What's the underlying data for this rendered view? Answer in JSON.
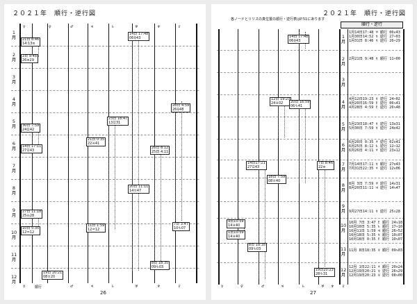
{
  "left_page": {
    "title": "２０２１年　順行・逆行図",
    "page_number": "26",
    "months": [
      "1\n月",
      "2\n月",
      "3\n月",
      "4\n月",
      "5\n月",
      "6\n月",
      "7\n月",
      "8\n月",
      "9\n月",
      "10\n月",
      "11\n月",
      "12\n月"
    ],
    "planet_header": [
      "☿",
      "♀",
      "♂",
      "♃",
      "♄",
      "♅",
      "♆",
      "♇"
    ],
    "planet_footer": [
      "☿",
      "順行",
      "♂",
      "♃",
      "♄",
      "♅",
      "♆",
      "♇"
    ],
    "boxes": [
      "21日 8:46\n14:13≡",
      "2日 9:48\n26≡29",
      "14日 17:48\n06♀43",
      "28日 4:59\n26♀48",
      "23日 18:47\n13♊31",
      "30日 7:59\n24♊42",
      "21日 0:35\n22♓41",
      "26日 8:12\n25日 4:11",
      "14日 17:11\n27♊43",
      "20日 11:11\n14♉47",
      "27日 11:18\n25♎28",
      "10日 5:35\n12♒12",
      "11日 1:59\n12♒12",
      "7日 3:47\n10♑07",
      "8日 18:35\n09♑03",
      "19日 20:21\n08♉20"
    ]
  },
  "right_page": {
    "title": "２０２１年　順行・逆行図",
    "page_number": "27",
    "note": "各ノードとリリスの真位置の順行・逆行表はP.51にあります",
    "table_header": "順行・逆行",
    "months": [
      "1\n月",
      "2\n月",
      "3\n月",
      "4\n月",
      "5\n月",
      "6\n月",
      "7\n月",
      "8\n月",
      "9\n月",
      "10\n月",
      "11\n月",
      "12\n月"
    ],
    "events": [
      "1月14日17:48 ♅ 順行 06♉43\n1月30日14:52 ☿ 逆行 27♒03\n1月31日 8:46 ☿ 逆行 26♒29",
      "2月21日 9:48 ☿ 順行 11♒00",
      "4月12日19:23 ☿ 逆行 24♒02\n4月20日16:59 ♇ 逆行 06♑41\n4月28日 4:59 ♇ 逆行 26♑48",
      "5月23日18:47 ☿ 逆行 13♊31\n5月30日 7:59 ☿ 逆行 24♊42",
      "6月20日 0:35 ♆ 逆行 02♓41\n6月25日 8:12 ♄ 逆行 12♒12\n6月26日 4:11 ♆ 逆行 23♓12",
      "7月14日17:11 ☿ 順行 27♊43\n7月31日22:35 ♆ 逆行 12♉06",
      "8月 3日 7:59 ♅ 逆行 14♉31\n8月20日11:11 ♃ 逆行 14♑47",
      "9月27日14:11 ☿ 逆行 25♎28",
      "10月 7日 3:47 ♇ 順行 24♑18\n10月10日 5:35 ♄ 順行 17♒10\n10月11日 1:59 ♃ 順行 26♒52\n10月18日 5:35 ☿ 順行 10♎07\n10月18日 0:35 ♇ 順行 10♑07",
      "11月 8日18:35 ♀ 順行 09♑03",
      "12月 1日22:11 ♆ 順行 20♓24\n12月19日20:21 ♀ 逆行 26♑29\n12月19日20:23 ♀ 逆行 08♑00"
    ],
    "boxes": [
      "9日10:59\n14♓40",
      "1日10:59\n14♓40",
      "14日17:11\n27♊43",
      "18日 7:59\n08♉40",
      "8日 18:35\n09♑03",
      "19日20:23\n28♑31",
      "12日 19:23\n24♓02",
      "20日 16:59\n06♑41",
      "14日 17:48\n06♀43",
      "7日 8:46\n22≡"
    ],
    "planet_footer": [
      "☿",
      "♀",
      "♂",
      "♃",
      "♄",
      "♅",
      "♆",
      "♇"
    ]
  }
}
